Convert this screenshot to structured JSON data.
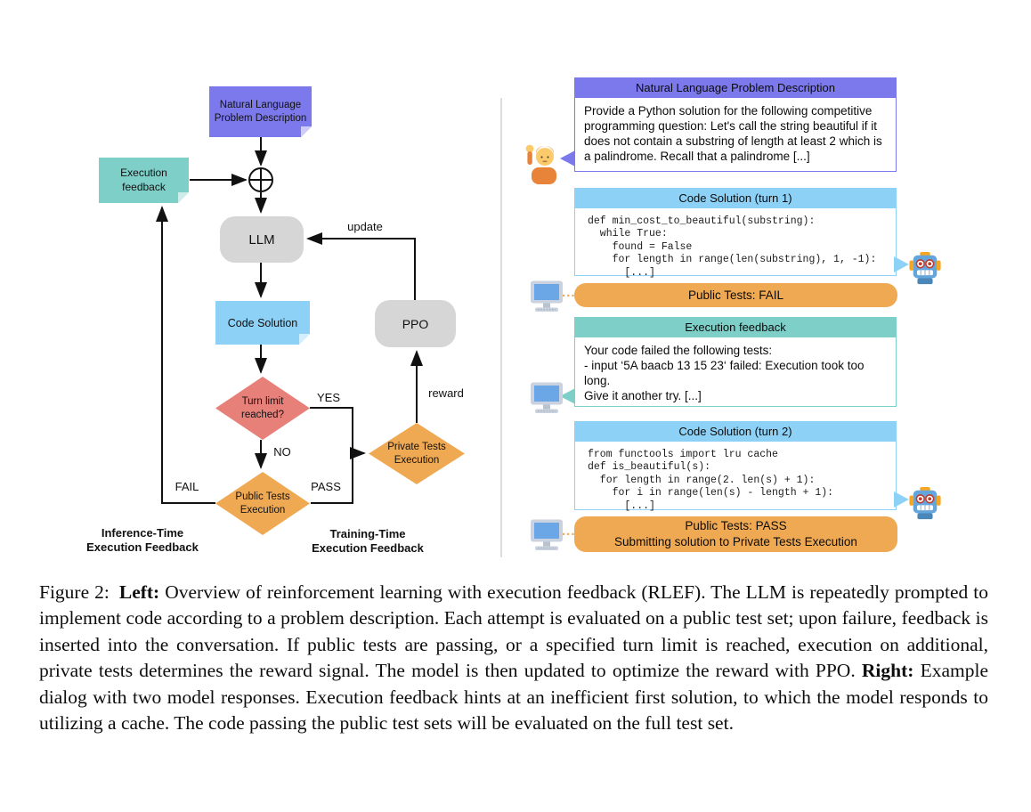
{
  "figure": {
    "flowchart": {
      "nodes": {
        "nl_problem": "Natural Language\nProblem Description",
        "execution_feedback": "Execution\nfeedback",
        "llm": "LLM",
        "code_solution": "Code Solution",
        "ppo": "PPO",
        "turn_limit": "Turn limit\nreached?",
        "private_tests": "Private Tests\nExecution",
        "public_tests": "Public Tests\nExecution"
      },
      "edge_labels": {
        "update": "update",
        "reward": "reward",
        "yes": "YES",
        "no": "NO",
        "fail": "FAIL",
        "pass": "PASS"
      },
      "captions": {
        "inference": "Inference-Time\nExecution Feedback",
        "training": "Training-Time\nExecution Feedback"
      }
    },
    "dialog": {
      "problem": {
        "title": "Natural Language Problem Description",
        "body": "Provide a Python solution for the following competitive programming question: Let's call the string beautiful if it does not contain a substring of length at least 2 which is a palindrome. Recall that a palindrome [...]"
      },
      "turn1": {
        "title": "Code Solution (turn 1)",
        "code": "def min_cost_to_beautiful(substring):\n  while True:\n    found = False\n    for length in range(len(substring), 1, -1):\n      [...]"
      },
      "fail_bar": "Public Tests: FAIL",
      "feedback": {
        "title": "Execution feedback",
        "body": "Your code failed the following tests:\n- input ‘5A baacb 13 15 23‘ failed: Execution took too long.\nGive it another try. [...]"
      },
      "turn2": {
        "title": "Code Solution (turn 2)",
        "code": "from functools import lru cache\ndef is_beautiful(s):\n  for length in range(2. len(s) + 1):\n    for i in range(len(s) - length + 1):\n      [...]"
      },
      "pass_bar": {
        "line1": "Public Tests: PASS",
        "line2": "Submitting solution to Private Tests Execution"
      },
      "ellipsis": "..."
    },
    "caption": {
      "figure_label": "Figure 2: ",
      "left_label": "Left: ",
      "left_text": "Overview of reinforcement learning with execution feedback (RLEF). The LLM is repeatedly prompted to implement code according to a problem description. Each attempt is evaluated on a public test set; upon failure, feedback is inserted into the conversation. If public tests are passing, or a specified turn limit is reached, execution on additional, private tests determines the reward signal. The model is then updated to optimize the reward with PPO. ",
      "right_label": "Right: ",
      "right_text": "Example dialog with two model responses. Execution feedback hints at an inefficient first solution, to which the model responds to utilizing a cache. The code passing the public test sets will be evaluated on the full test set."
    },
    "colors": {
      "purple": "#7C79EC",
      "teal": "#7ECFC8",
      "light_blue": "#8DD2F6",
      "gray": "#D6D6D6",
      "salmon": "#E8807A",
      "orange": "#F0A953",
      "arrow": "#111111",
      "divider": "#DCDCDC"
    },
    "icons": {
      "user": "person-raising-hand-icon",
      "model": "robot-icon",
      "executor": "computer-icon"
    }
  }
}
